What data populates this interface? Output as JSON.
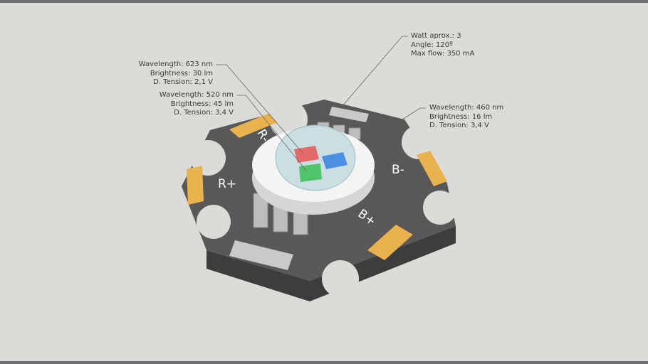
{
  "annotations": {
    "general": [
      "Watt aprox.: 3",
      "Angle: 120º",
      "Max flow: 350 mA"
    ],
    "red": [
      "Wavelength: 623 nm",
      "Brightness: 30 lm",
      "D. Tension: 2,1 V"
    ],
    "green": [
      "Wavelength: 520 nm",
      "Brightness: 45 lm",
      "D. Tension: 3,4 V"
    ],
    "blue": [
      "Wavelength: 460 nm",
      "Brightness: 16 lm",
      "D. Tension: 3,4 V"
    ]
  },
  "board_labels": {
    "r_minus": "R-",
    "r_plus": "R+",
    "b_minus": "B-",
    "b_plus": "B+"
  },
  "colors": {
    "board": "#555555",
    "pad": "#e9b24f",
    "red_die": "#e46a6a",
    "green_die": "#4fc46a",
    "blue_die": "#4a8fe0",
    "background": "#dcdbd7"
  }
}
